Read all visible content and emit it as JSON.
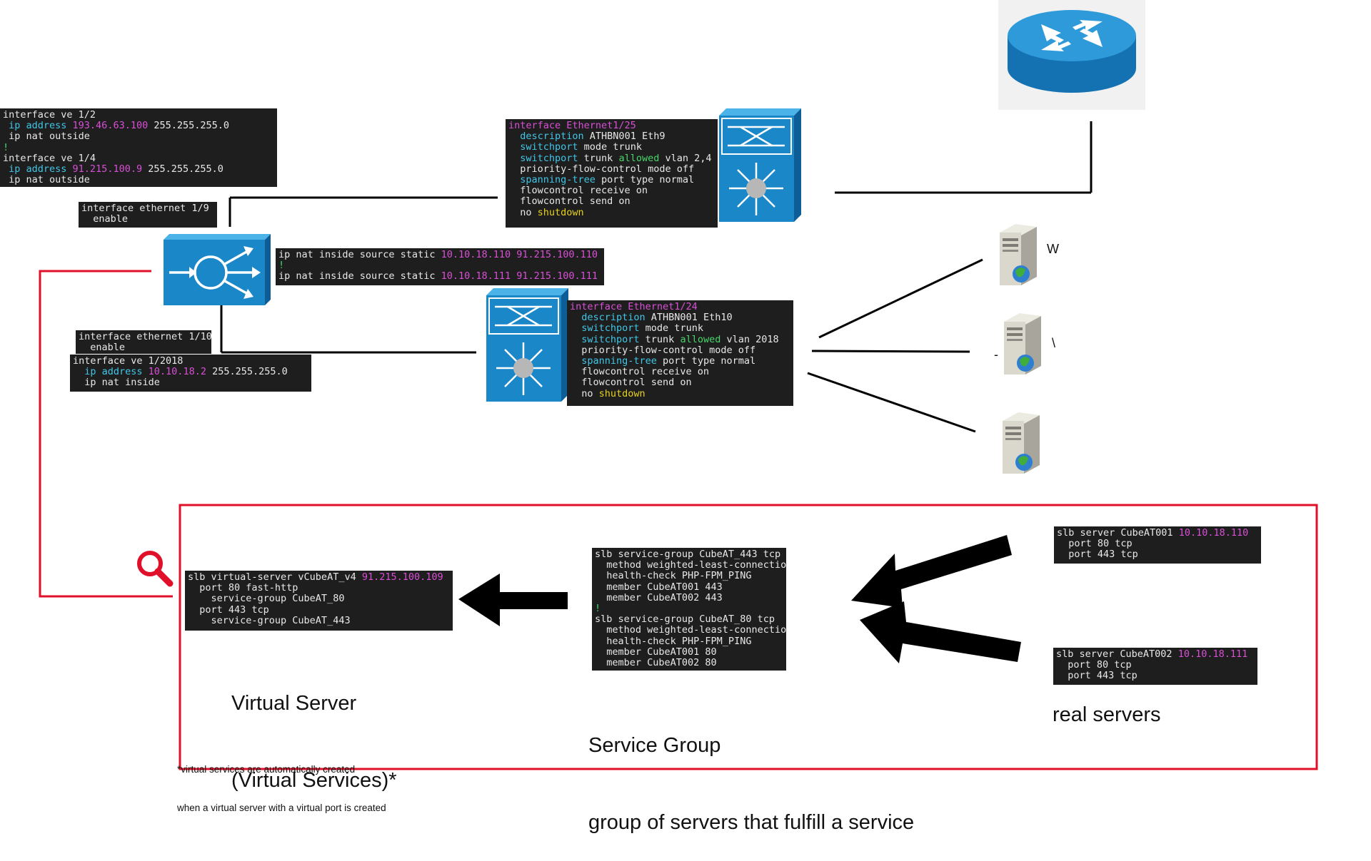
{
  "terminals": {
    "a10_ve": [
      [
        [
          "interface ve 1/2",
          "e"
        ]
      ],
      [
        [
          " ip address ",
          "k"
        ],
        [
          "193.46.63.100",
          "v"
        ],
        [
          " 255.255.255.0",
          "e"
        ]
      ],
      [
        [
          " ip nat outside",
          "e"
        ]
      ],
      [
        [
          "!",
          "g"
        ]
      ],
      [
        [
          "interface ve 1/4",
          "e"
        ]
      ],
      [
        [
          " ip address ",
          "k"
        ],
        [
          "91.215.100.9",
          "v"
        ],
        [
          " 255.255.255.0",
          "e"
        ]
      ],
      [
        [
          " ip nat outside",
          "e"
        ]
      ]
    ],
    "a10_eth19": [
      [
        [
          "interface ethernet 1/9",
          "e"
        ]
      ],
      [
        [
          "  enable",
          "e"
        ]
      ]
    ],
    "nat_static": [
      [
        [
          "ip nat inside source static ",
          "e"
        ],
        [
          "10.10.18.110 91.215.100.110",
          "v"
        ]
      ],
      [
        [
          "!",
          "g"
        ]
      ],
      [
        [
          "ip nat inside source static ",
          "e"
        ],
        [
          "10.10.18.111 91.215.100.111",
          "v"
        ]
      ]
    ],
    "a10_eth110": [
      [
        [
          "interface ethernet 1/10",
          "e"
        ]
      ],
      [
        [
          "  enable",
          "e"
        ]
      ]
    ],
    "a10_ve2018": [
      [
        [
          "interface ve 1/2018",
          "e"
        ]
      ],
      [
        [
          "  ip address ",
          "k"
        ],
        [
          "10.10.18.2",
          "v"
        ],
        [
          " 255.255.255.0",
          "e"
        ]
      ],
      [
        [
          "  ip nat inside",
          "e"
        ]
      ]
    ],
    "sw_eth125": [
      [
        [
          "interface Ethernet1/25",
          "v"
        ]
      ],
      [
        [
          "  description ",
          "k"
        ],
        [
          "ATHBN001 Eth9",
          "e"
        ]
      ],
      [
        [
          "  switchport ",
          "k"
        ],
        [
          "mode trunk",
          "e"
        ]
      ],
      [
        [
          "  switchport ",
          "k"
        ],
        [
          "trunk ",
          "e"
        ],
        [
          "allowed",
          "g"
        ],
        [
          " vlan 2,4",
          "e"
        ]
      ],
      [
        [
          "  priority-flow-control mode off",
          "e"
        ]
      ],
      [
        [
          "  spanning-tree ",
          "k"
        ],
        [
          "port type normal",
          "e"
        ]
      ],
      [
        [
          "  flowcontrol receive on",
          "e"
        ]
      ],
      [
        [
          "  flowcontrol send on",
          "e"
        ]
      ],
      [
        [
          "  no ",
          "e"
        ],
        [
          "shutdown",
          "y"
        ]
      ]
    ],
    "sw_eth124": [
      [
        [
          "interface Ethernet1/24",
          "v"
        ]
      ],
      [
        [
          "  description ",
          "k"
        ],
        [
          "ATHBN001 Eth10",
          "e"
        ]
      ],
      [
        [
          "  switchport ",
          "k"
        ],
        [
          "mode trunk",
          "e"
        ]
      ],
      [
        [
          "  switchport ",
          "k"
        ],
        [
          "trunk ",
          "e"
        ],
        [
          "allowed",
          "g"
        ],
        [
          " vlan 2018",
          "e"
        ]
      ],
      [
        [
          "  priority-flow-control mode off",
          "e"
        ]
      ],
      [
        [
          "  spanning-tree ",
          "k"
        ],
        [
          "port type normal",
          "e"
        ]
      ],
      [
        [
          "  flowcontrol receive on",
          "e"
        ]
      ],
      [
        [
          "  flowcontrol send on",
          "e"
        ]
      ],
      [
        [
          "  no ",
          "e"
        ],
        [
          "shutdown",
          "y"
        ]
      ]
    ],
    "slb_vserver": [
      [
        [
          "slb virtual-server vCubeAT_v4 ",
          "e"
        ],
        [
          "91.215.100.109",
          "v"
        ]
      ],
      [
        [
          "  port 80 fast-http",
          "e"
        ]
      ],
      [
        [
          "    service-group CubeAT_80",
          "e"
        ]
      ],
      [
        [
          "  port 443 tcp",
          "e"
        ]
      ],
      [
        [
          "    service-group CubeAT_443",
          "e"
        ]
      ]
    ],
    "slb_sg": [
      [
        [
          "slb service-group CubeAT_443 tcp",
          "e"
        ]
      ],
      [
        [
          "  method weighted-least-connection",
          "e"
        ]
      ],
      [
        [
          "  health-check PHP-FPM_PING",
          "e"
        ]
      ],
      [
        [
          "  member CubeAT001 443",
          "e"
        ]
      ],
      [
        [
          "  member CubeAT002 443",
          "e"
        ]
      ],
      [
        [
          "!",
          "g"
        ]
      ],
      [
        [
          "slb service-group CubeAT_80 tcp",
          "e"
        ]
      ],
      [
        [
          "  method weighted-least-connection",
          "e"
        ]
      ],
      [
        [
          "  health-check PHP-FPM_PING",
          "e"
        ]
      ],
      [
        [
          "  member CubeAT001 80",
          "e"
        ]
      ],
      [
        [
          "  member CubeAT002 80",
          "e"
        ]
      ]
    ],
    "slb_server1": [
      [
        [
          "slb server CubeAT001 ",
          "e"
        ],
        [
          "10.10.18.110",
          "v"
        ]
      ],
      [
        [
          "  port 80 tcp",
          "e"
        ]
      ],
      [
        [
          "  port 443 tcp",
          "e"
        ]
      ]
    ],
    "slb_server2": [
      [
        [
          "slb server CubeAT002 ",
          "e"
        ],
        [
          "10.10.18.111",
          "v"
        ]
      ],
      [
        [
          "  port 80 tcp",
          "e"
        ]
      ],
      [
        [
          "  port 443 tcp",
          "e"
        ]
      ]
    ]
  },
  "labels": {
    "virtual_server_1": "Virtual Server",
    "virtual_server_2": "(Virtual Services)*",
    "service_group_1": "Service Group",
    "service_group_2": "group of servers that fulfill a service",
    "real_servers": "real servers",
    "footnote_1": "*virtual services are automatically created",
    "footnote_2": "when a virtual server with a virtual port is created"
  },
  "server_label_fragments": [
    "W",
    "\\",
    "-"
  ],
  "icons": {
    "router": "router-icon",
    "switch": "nexus-switch-icon",
    "load_balancer": "load-balancer-icon",
    "server": "web-server-icon",
    "magnifier": "magnifier-icon"
  },
  "colors": {
    "terminal_bg": "#1e1e1e",
    "keyword": "#41c6e8",
    "value": "#d94fd6",
    "bang": "#48d66a",
    "shutdown": "#e6d11f",
    "highlight_box": "#e0102a",
    "cisco_blue": "#1a87c9"
  }
}
